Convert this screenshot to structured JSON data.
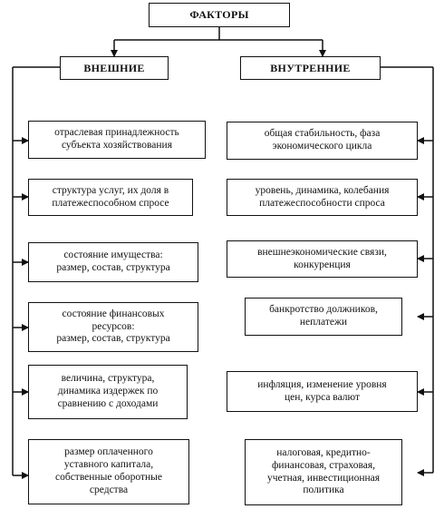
{
  "root": {
    "label": "ФАКТОРЫ"
  },
  "external": {
    "title": "ВНЕШНИЕ",
    "items": [
      "отраслевая принадлежность\nсубъекта хозяйствования",
      "структура услуг, их доля в\nплатежеспособном спросе",
      "состояние имущества:\nразмер, состав, структура",
      "состояние финансовых\nресурсов:\nразмер, состав, структура",
      "величина, структура,\nдинамика издержек по\nсравнению с доходами",
      "размер оплаченного\nуставного капитала,\nсобственные оборотные\nсредства"
    ]
  },
  "internal": {
    "title": "ВНУТРЕННИЕ",
    "items": [
      "общая стабильность, фаза\nэкономического цикла",
      "уровень, динамика, колебания\nплатежеспособности спроса",
      "внешнеэкономические связи,\nконкуренция",
      "банкротство должников,\nнеплатежи",
      "инфляция, изменение уровня\nцен, курса валют",
      "налоговая,   кредитно-\nфинансовая, страховая,\nучетная, инвестиционная\nполитика"
    ]
  }
}
